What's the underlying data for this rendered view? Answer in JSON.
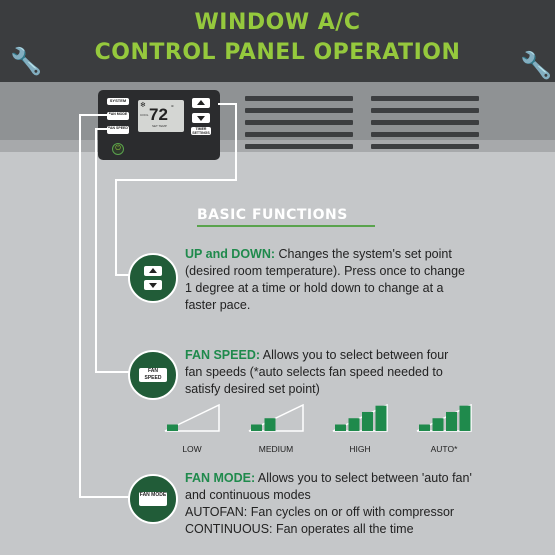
{
  "header": {
    "title_line1": "WINDOW A/C",
    "title_line2": "CONTROL PANEL OPERATION"
  },
  "control_panel": {
    "system_label": "SYSTEM",
    "fan_mode_label": "FAN MODE",
    "fan_speed_label": "FAN SPEED",
    "temperature": "72",
    "temp_unit": "°",
    "lcd_mode": "COOL",
    "lcd_sub": "SET TEMP",
    "timer_label": "TIMER SETTINGS"
  },
  "basic_functions": {
    "title": "BASIC FUNCTIONS"
  },
  "up_down": {
    "heading": "UP and DOWN:",
    "text_line1": " Changes the system's set point",
    "text_line2": "(desired room temperature). Press once to change",
    "text_line3": "1 degree at a time or hold down to change at a",
    "text_line4": "faster pace."
  },
  "fan_speed": {
    "button_label": "FAN SPEED",
    "heading": "FAN SPEED:",
    "text_line1": " Allows you to select between four",
    "text_line2": "fan speeds  (*auto selects fan speed needed to",
    "text_line3": "satisfy desired set point)",
    "levels": [
      {
        "label": "LOW",
        "filled_bars": 1
      },
      {
        "label": "MEDIUM",
        "filled_bars": 2
      },
      {
        "label": "HIGH",
        "filled_bars": 4
      },
      {
        "label": "AUTO*",
        "filled_bars": 4
      }
    ],
    "ramp_color": "#1f8a4c"
  },
  "fan_mode": {
    "button_label": "FAN MODE",
    "heading": "FAN MODE:",
    "text_line1": " Allows you to select between 'auto fan'",
    "text_line2": "and continuous modes",
    "text_line3": "AUTOFAN: Fan cycles on or off with compressor",
    "text_line4": "CONTINUOUS: Fan operates all the time"
  },
  "colors": {
    "header_bg": "#3b3d3f",
    "title_green": "#95c93d",
    "accent_green": "#1f8a4c",
    "circle_green": "#215c38",
    "background": "#c5c7c9"
  },
  "icons": [
    "wrench-icon",
    "power-icon",
    "up-arrow-icon",
    "down-arrow-icon",
    "snowflake-icon"
  ]
}
